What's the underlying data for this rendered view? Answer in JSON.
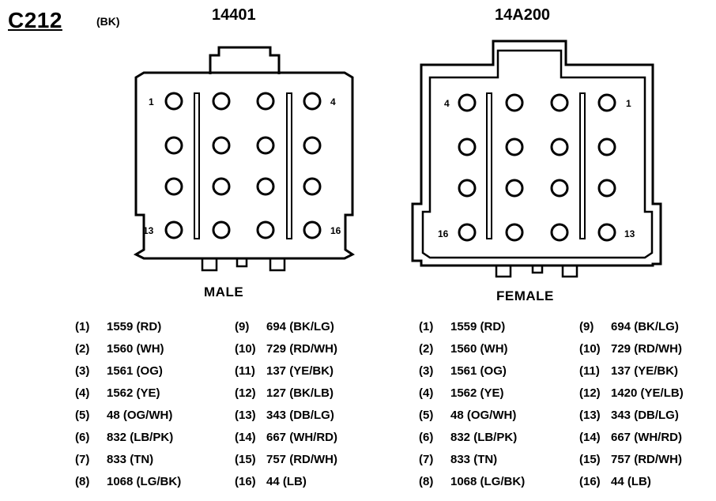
{
  "header": {
    "connector_id": "C212",
    "connector_color": "(BK)"
  },
  "male": {
    "part_number": "14401",
    "label": "MALE",
    "pin_labels": {
      "top_left": "1",
      "top_right": "4",
      "bottom_left": "13",
      "bottom_right": "16"
    }
  },
  "female": {
    "part_number": "14A200",
    "label": "FEMALE",
    "pin_labels": {
      "top_left": "4",
      "top_right": "1",
      "bottom_left": "16",
      "bottom_right": "13"
    }
  },
  "male_wires": [
    {
      "pin": "(1)",
      "desc": "1559 (RD)"
    },
    {
      "pin": "(2)",
      "desc": "1560 (WH)"
    },
    {
      "pin": "(3)",
      "desc": "1561 (OG)"
    },
    {
      "pin": "(4)",
      "desc": "1562 (YE)"
    },
    {
      "pin": "(5)",
      "desc": "48 (OG/WH)"
    },
    {
      "pin": "(6)",
      "desc": "832 (LB/PK)"
    },
    {
      "pin": "(7)",
      "desc": "833 (TN)"
    },
    {
      "pin": "(8)",
      "desc": "1068 (LG/BK)"
    },
    {
      "pin": "(9)",
      "desc": "694 (BK/LG)"
    },
    {
      "pin": "(10)",
      "desc": "729 (RD/WH)"
    },
    {
      "pin": "(11)",
      "desc": "137 (YE/BK)"
    },
    {
      "pin": "(12)",
      "desc": "127 (BK/LB)"
    },
    {
      "pin": "(13)",
      "desc": "343 (DB/LG)"
    },
    {
      "pin": "(14)",
      "desc": "667 (WH/RD)"
    },
    {
      "pin": "(15)",
      "desc": "757 (RD/WH)"
    },
    {
      "pin": "(16)",
      "desc": "44 (LB)"
    }
  ],
  "female_wires": [
    {
      "pin": "(1)",
      "desc": "1559 (RD)"
    },
    {
      "pin": "(2)",
      "desc": "1560 (WH)"
    },
    {
      "pin": "(3)",
      "desc": "1561 (OG)"
    },
    {
      "pin": "(4)",
      "desc": "1562 (YE)"
    },
    {
      "pin": "(5)",
      "desc": "48 (OG/WH)"
    },
    {
      "pin": "(6)",
      "desc": "832 (LB/PK)"
    },
    {
      "pin": "(7)",
      "desc": "833 (TN)"
    },
    {
      "pin": "(8)",
      "desc": "1068 (LG/BK)"
    },
    {
      "pin": "(9)",
      "desc": "694 (BK/LG)"
    },
    {
      "pin": "(10)",
      "desc": "729 (RD/WH)"
    },
    {
      "pin": "(11)",
      "desc": "137 (YE/BK)"
    },
    {
      "pin": "(12)",
      "desc": "1420 (YE/LB)"
    },
    {
      "pin": "(13)",
      "desc": "343 (DB/LG)"
    },
    {
      "pin": "(14)",
      "desc": "667 (WH/RD)"
    },
    {
      "pin": "(15)",
      "desc": "757 (RD/WH)"
    },
    {
      "pin": "(16)",
      "desc": "44 (LB)"
    }
  ]
}
